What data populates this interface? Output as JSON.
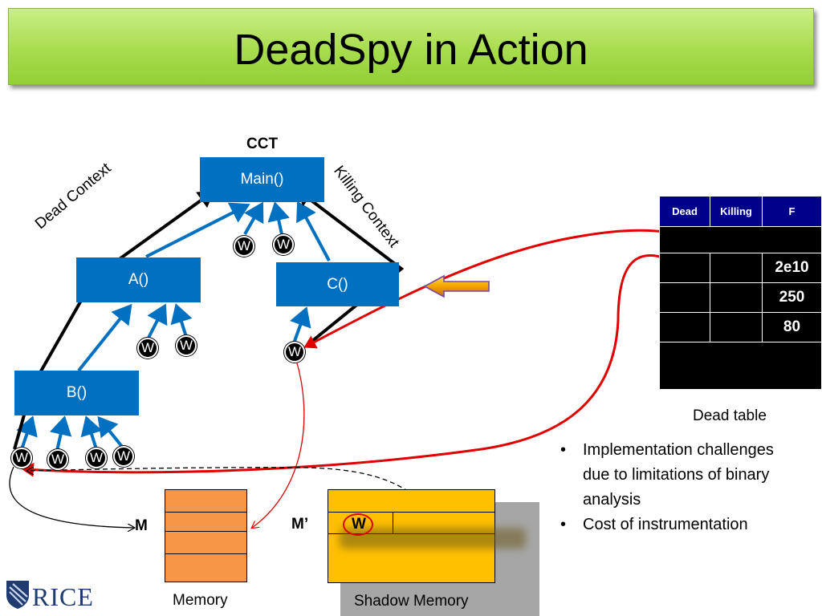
{
  "title": "DeadSpy in Action",
  "tree": {
    "label": "CCT",
    "nodes": {
      "main": "Main()",
      "a": "A()",
      "b": "B()",
      "c": "C()"
    },
    "write_marker": "W"
  },
  "edge_labels": {
    "dead_context": "Dead Context",
    "killing_context": "Killing Context"
  },
  "dead_table": {
    "headers": [
      "Dead",
      "Killing",
      "F"
    ],
    "rows": [
      [
        "",
        "",
        "2e10"
      ],
      [
        "",
        "",
        "250"
      ],
      [
        "",
        "",
        "80"
      ]
    ],
    "caption": "Dead table"
  },
  "bullets": [
    "Implementation challenges due to limitations of binary analysis",
    "Cost of instrumentation"
  ],
  "memory": {
    "label": "Memory",
    "pointer": "M"
  },
  "shadow_memory": {
    "label": "Shadow Memory",
    "pointer": "M’",
    "cell": "W"
  },
  "logo": {
    "text": "RICE"
  },
  "colors": {
    "node": "#0070c0",
    "title_bar": "#a8dc4e",
    "arrow_red": "#e00000",
    "memory": "#f79646",
    "shadow": "#ffc000"
  }
}
